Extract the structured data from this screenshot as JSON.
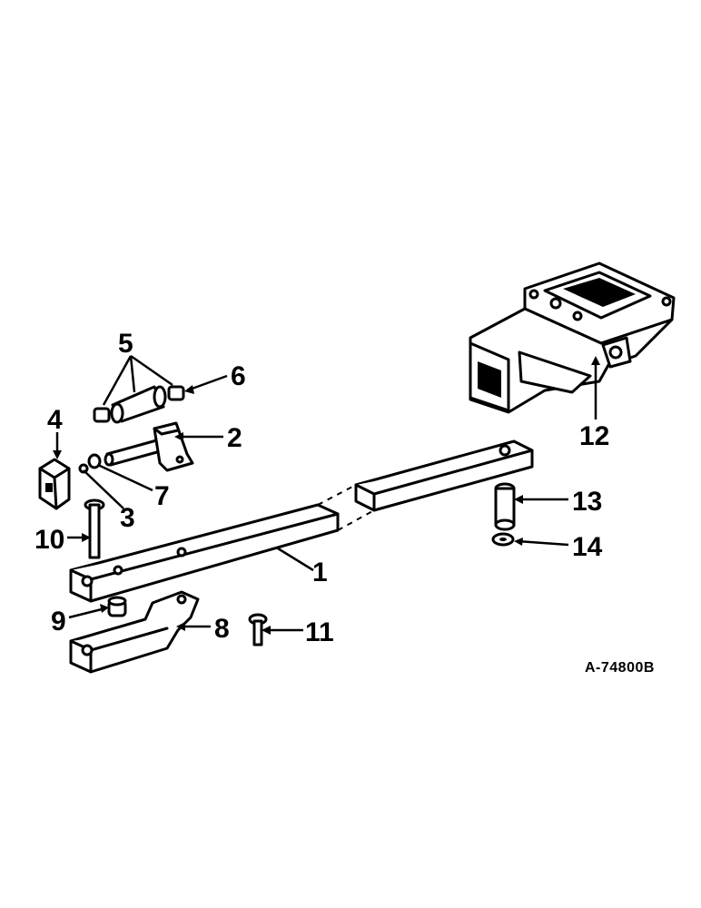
{
  "callouts": {
    "c1": "1",
    "c2": "2",
    "c3": "3",
    "c4": "4",
    "c5": "5",
    "c6": "6",
    "c7": "7",
    "c8": "8",
    "c9": "9",
    "c10": "10",
    "c11": "11",
    "c12": "12",
    "c13": "13",
    "c14": "14"
  },
  "reference_number": "A-74800B"
}
